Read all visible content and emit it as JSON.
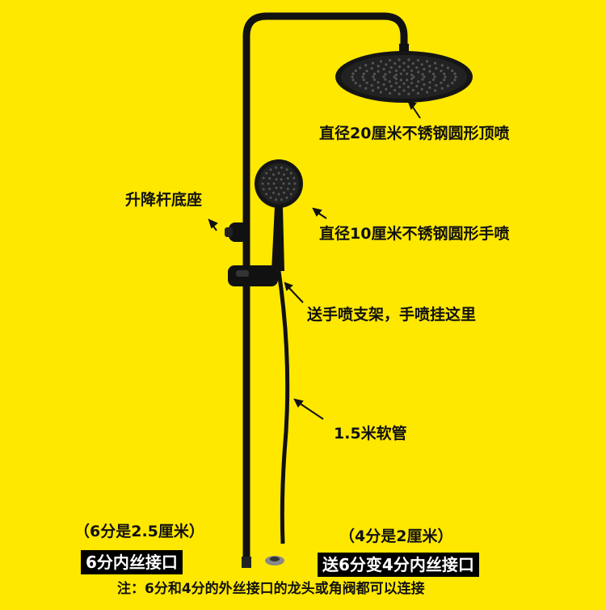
{
  "labels": {
    "top_shower": "直径20厘米不锈钢圆形顶喷",
    "hand_shower": "直径10厘米不锈钢圆形手喷",
    "lift_base": "升降杆底座",
    "bracket": "送手喷支架，手喷挂这里",
    "hose": "1.5米软管",
    "six_fen_size": "（6分是2.5厘米）",
    "four_fen_size": "（4分是2厘米）",
    "six_fen_port": "6分内丝接口",
    "adapter": "送6分变4分内丝接口",
    "note": "注：6分和4分的外丝接口的龙头或角阀都可以连接"
  },
  "colors": {
    "background": "#FFE800",
    "product": "#111111",
    "text": "#111111",
    "box_text": "#FFFFFF"
  }
}
